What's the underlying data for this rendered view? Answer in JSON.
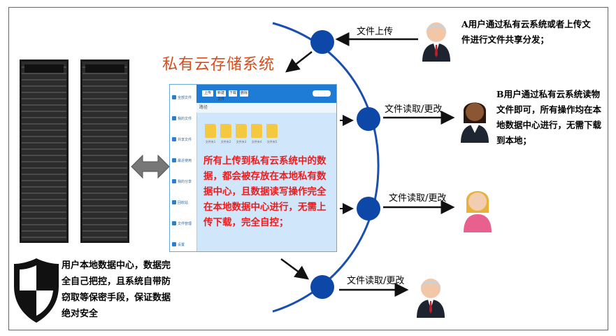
{
  "title": "私有云存储系统",
  "screen": {
    "toolbar_buttons": [
      "上传",
      "新建文件夹",
      "下载",
      "删除"
    ],
    "path_label": "路径",
    "folders": [
      "文件夹1",
      "文件夹2",
      "文件夹3",
      "文件夹4",
      "文件夹5"
    ],
    "sidebar_items": [
      "全部文件",
      "我的文件",
      "共享文件",
      "最近使用",
      "我的分享",
      "回收站",
      "文件管理",
      "设置"
    ]
  },
  "center_text": "所有上传到私有云系统中的数据，都会被存放在本地私有数据中心，且数据读写操作完全在本地数据中心进行，无需上传下载，完全自控；",
  "flows": {
    "upload": "文件上传",
    "read_modify_1": "文件读取/更改",
    "read_modify_2": "文件读取/更改",
    "read_modify_3": "文件读取/更改"
  },
  "user_a_desc": "A用户通过私有云系统或者上传文件进行文件共享分发；",
  "user_b_desc": "B用户通过私有云系统读物文件即可，所有操作均在本地数据中心进行，无需下载到本地；",
  "security_text": "用户本地数据中心，数据完全自己把控，且系统自带防窃取等保密手段，保证数据绝对安全",
  "colors": {
    "node": "#0d47a8",
    "title": "#d94c1a",
    "red_text": "#ee1c1c",
    "screen_bg": "#cfe6fb"
  }
}
